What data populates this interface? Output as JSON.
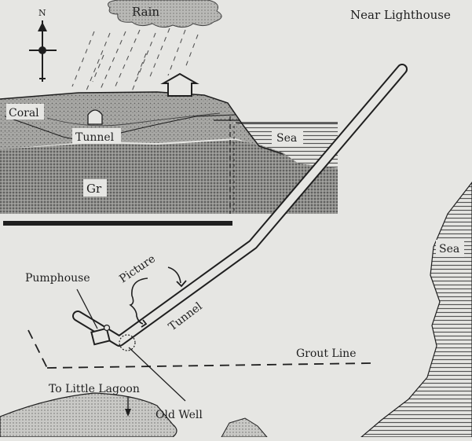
{
  "labels": {
    "rain": "Rain",
    "near_lighthouse": "Near Lighthouse",
    "north": "N",
    "coral": "Coral",
    "tunnel_section": "Tunnel",
    "sea_section": "Sea",
    "granite": "Gr",
    "sea_right": "Sea",
    "pumphouse": "Pumphouse",
    "picture": "Picture",
    "tunnel_plan": "Tunnel",
    "grout_line": "Grout Line",
    "to_little_lagoon": "To Little Lagoon",
    "old_well": "Old Well"
  },
  "colors": {
    "paper": "#e6e6e3",
    "ink": "#1f1f1f",
    "hatch": "#6f6f6f",
    "rain_cloud": "#9a9a98"
  }
}
